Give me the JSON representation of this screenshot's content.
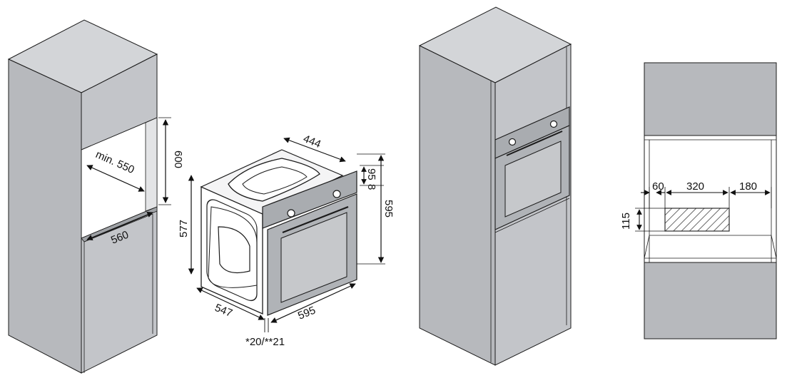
{
  "colors": {
    "cabinet_front": "#b7b9bd",
    "cabinet_side": "#c3c5c9",
    "cabinet_top": "#d3d5d8",
    "cabinet_dark": "#9fa2a6",
    "niche_back": "#ffffff",
    "outline": "#1b1b1b",
    "oven_glass": "#c6c8cb",
    "oven_panel": "#a9acb0",
    "hatch": "#444444"
  },
  "labels": {
    "cabinet1_min_depth": "min. 550",
    "cabinet1_height": "600",
    "cabinet1_width": "560",
    "oven_top_depth": "444",
    "oven_panel_95": "95",
    "oven_panel_8": "8",
    "oven_front_height": "595",
    "oven_body_height": "577",
    "oven_body_depth": "547",
    "oven_front_width": "595",
    "oven_offset_note": "*20/**21",
    "vent_left": "60",
    "vent_width": "320",
    "vent_right": "180",
    "vent_height": "115"
  },
  "icons": {
    "hatch_area": "vent-hatch-icon",
    "dimension_arrow": "arrow-icon"
  }
}
